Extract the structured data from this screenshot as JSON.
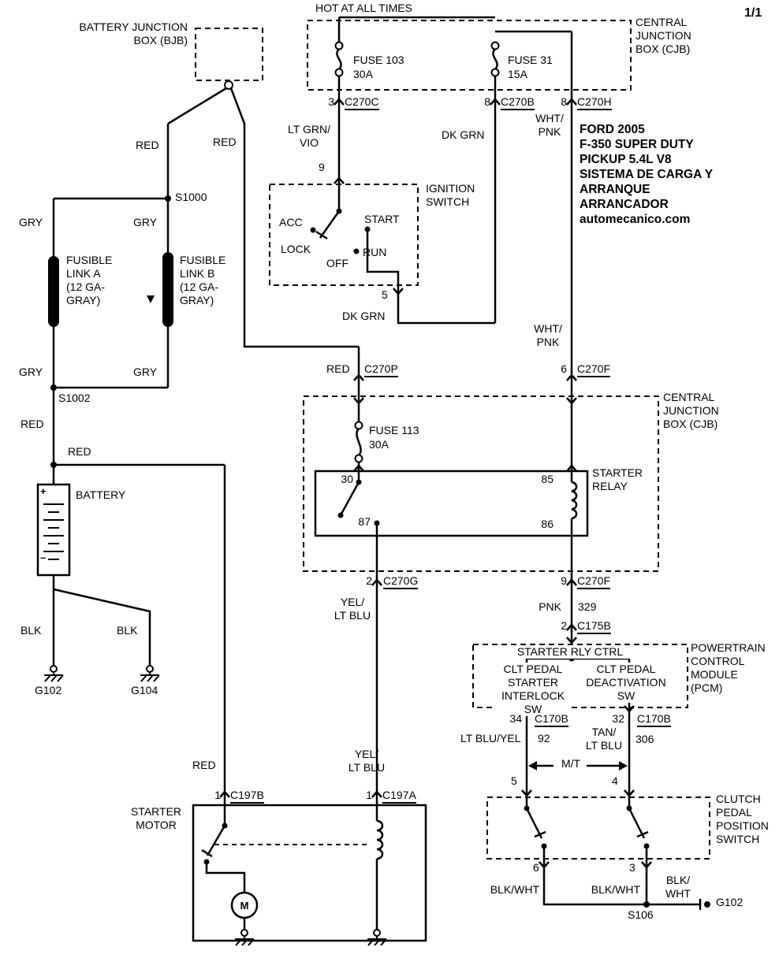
{
  "page_number": "1/1",
  "title_block": [
    "FORD 2005",
    "F-350 SUPER DUTY",
    "PICKUP 5.4L V8",
    "SISTEMA DE CARGA Y",
    "ARRANQUE",
    "ARRANCADOR",
    "automecanico.com"
  ],
  "colors": {
    "line": "#000000",
    "background": "#ffffff"
  },
  "labels": {
    "hot_at_all_times": "HOT AT ALL TIMES",
    "bjb": "BATTERY JUNCTION\nBOX (BJB)",
    "cjb_top": "CENTRAL\nJUNCTION\nBOX (CJB)",
    "fuse103_name": "FUSE 103",
    "fuse103_amp": "30A",
    "fuse31_name": "FUSE 31",
    "fuse31_amp": "15A",
    "c270c_pin": "3",
    "c270c": "C270C",
    "c270b_pin": "8",
    "c270b": "C270B",
    "c270h_pin": "8",
    "c270h": "C270H",
    "lt_grn_vio": "LT GRN/\nVIO",
    "dk_grn_top": "DK GRN",
    "wht_pnk_top": "WHT/\nPNK",
    "ign_pin9": "9",
    "ignition_switch": "IGNITION\nSWITCH",
    "acc": "ACC",
    "lock": "LOCK",
    "off": "OFF",
    "run": "RUN",
    "start": "START",
    "ign_pin5": "5",
    "dk_grn_bottom": "DK GRN",
    "red_bjb_left": "RED",
    "red_bjb_right": "RED",
    "s1000": "S1000",
    "gry_top_left": "GRY",
    "gry_top_right": "GRY",
    "fusible_link_a": "FUSIBLE\nLINK A\n(12 GA-\nGRAY)",
    "fusible_link_b": "FUSIBLE\nLINK B\n(12 GA-\nGRAY)",
    "gry_bottom_left": "GRY",
    "gry_bottom_right": "GRY",
    "s1002": "S1002",
    "red_battery": "RED",
    "red_branch": "RED",
    "battery": "BATTERY",
    "battery_plus": "+",
    "battery_minus": "–",
    "blk_left": "BLK",
    "blk_right": "BLK",
    "g102_left": "G102",
    "g104": "G104",
    "red_c270p": "RED",
    "c270p": "C270P",
    "cjb_mid": "CENTRAL\nJUNCTION\nBOX (CJB)",
    "fuse113_name": "FUSE 113",
    "fuse113_amp": "30A",
    "pin30": "30",
    "pin85": "85",
    "pin87": "87",
    "pin86": "86",
    "starter_relay": "STARTER\nRELAY",
    "c270g_pin": "2",
    "c270g": "C270G",
    "c270f9_pin": "9",
    "c270f9": "C270F",
    "yel_lt_blu_top": "YEL/\nLT BLU",
    "pnk": "PNK",
    "n329": "329",
    "c175b_pin": "2",
    "c175b": "C175B",
    "wht_pnk_mid": "WHT/\nPNK",
    "c270f6_pin": "6",
    "c270f6": "C270F",
    "starter_rly_ctrl": "STARTER RLY CTRL",
    "clt_left": "CLT PEDAL\nSTARTER\nINTERLOCK SW",
    "clt_right": "CLT PEDAL\nDEACTIVATION\nSW",
    "pcm": "POWERTRAIN\nCONTROL\nMODULE\n(PCM)",
    "c170b34_pin": "34",
    "c170b34": "C170B",
    "c170b32_pin": "32",
    "c170b32": "C170B",
    "lt_blu_yel": "LT BLU/YEL",
    "n92": "92",
    "tan_lt_blu": "TAN/\nLT BLU",
    "n306": "306",
    "mt": "M/T",
    "clutch_pin5": "5",
    "clutch_pin4": "4",
    "clutch": "CLUTCH\nPEDAL\nPOSITION\nSWITCH",
    "clutch_pin6": "6",
    "clutch_pin3": "3",
    "blk_wht_left": "BLK/WHT",
    "blk_wht_mid": "BLK/WHT",
    "blk_wht_right": "BLK/\nWHT",
    "s106": "S106",
    "g102_right": "G102",
    "red_starter": "RED",
    "yel_lt_blu_bottom": "YEL/\nLT BLU",
    "c197b_pin": "1",
    "c197b": "C197B",
    "c197a_pin": "1",
    "c197a": "C197A",
    "starter_motor": "STARTER\nMOTOR",
    "motor_m": "M"
  }
}
